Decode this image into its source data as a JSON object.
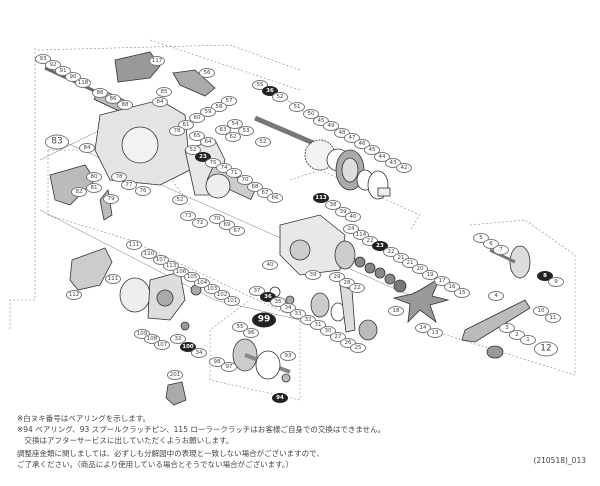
{
  "diagram": {
    "parts": [
      {
        "label": "93"
      },
      {
        "label": "92"
      },
      {
        "label": "91"
      },
      {
        "label": "90"
      },
      {
        "label": "118"
      },
      {
        "label": "117"
      },
      {
        "label": "56"
      },
      {
        "label": "86"
      },
      {
        "label": "86"
      },
      {
        "label": "88"
      },
      {
        "label": "85"
      },
      {
        "label": "84"
      },
      {
        "label": "57"
      },
      {
        "label": "58"
      },
      {
        "label": "59"
      },
      {
        "label": "60"
      },
      {
        "label": "61"
      },
      {
        "label": "78"
      },
      {
        "label": "54"
      },
      {
        "label": "53"
      },
      {
        "label": "63"
      },
      {
        "label": "62"
      },
      {
        "label": "65"
      },
      {
        "label": "64"
      },
      {
        "label": "83",
        "big": true
      },
      {
        "label": "84"
      },
      {
        "label": "52"
      },
      {
        "label": "23",
        "bearing": true
      },
      {
        "label": "75"
      },
      {
        "label": "74"
      },
      {
        "label": "71"
      },
      {
        "label": "70"
      },
      {
        "label": "80"
      },
      {
        "label": "78"
      },
      {
        "label": "81"
      },
      {
        "label": "77"
      },
      {
        "label": "76"
      },
      {
        "label": "82"
      },
      {
        "label": "79"
      },
      {
        "label": "52"
      },
      {
        "label": "73"
      },
      {
        "label": "72"
      },
      {
        "label": "70"
      },
      {
        "label": "69"
      },
      {
        "label": "67"
      },
      {
        "label": "68"
      },
      {
        "label": "67"
      },
      {
        "label": "66"
      },
      {
        "label": "55"
      },
      {
        "label": "36",
        "bearing": true
      },
      {
        "label": "52"
      },
      {
        "label": "51"
      },
      {
        "label": "50"
      },
      {
        "label": "45"
      },
      {
        "label": "49"
      },
      {
        "label": "48"
      },
      {
        "label": "47"
      },
      {
        "label": "46"
      },
      {
        "label": "45"
      },
      {
        "label": "44"
      },
      {
        "label": "43"
      },
      {
        "label": "42"
      },
      {
        "label": "52"
      },
      {
        "label": "113",
        "bearing": true
      },
      {
        "label": "38"
      },
      {
        "label": "39"
      },
      {
        "label": "40"
      },
      {
        "label": "24"
      },
      {
        "label": "114"
      },
      {
        "label": "22"
      },
      {
        "label": "23",
        "bearing": true
      },
      {
        "label": "22"
      },
      {
        "label": "21"
      },
      {
        "label": "21"
      },
      {
        "label": "20"
      },
      {
        "label": "19"
      },
      {
        "label": "17"
      },
      {
        "label": "16"
      },
      {
        "label": "15"
      },
      {
        "label": "18"
      },
      {
        "label": "14"
      },
      {
        "label": "13"
      },
      {
        "label": "40"
      },
      {
        "label": "39"
      },
      {
        "label": "29"
      },
      {
        "label": "28"
      },
      {
        "label": "22"
      },
      {
        "label": "37"
      },
      {
        "label": "36",
        "bearing": true
      },
      {
        "label": "35"
      },
      {
        "label": "34"
      },
      {
        "label": "33"
      },
      {
        "label": "32"
      },
      {
        "label": "31"
      },
      {
        "label": "30"
      },
      {
        "label": "27"
      },
      {
        "label": "26"
      },
      {
        "label": "25"
      },
      {
        "label": "99",
        "bearing": true,
        "big": true
      },
      {
        "label": "55"
      },
      {
        "label": "96"
      },
      {
        "label": "93"
      },
      {
        "label": "98"
      },
      {
        "label": "97"
      },
      {
        "label": "94",
        "bearing": true
      },
      {
        "label": "111"
      },
      {
        "label": "110"
      },
      {
        "label": "107"
      },
      {
        "label": "113"
      },
      {
        "label": "106"
      },
      {
        "label": "105"
      },
      {
        "label": "104"
      },
      {
        "label": "103"
      },
      {
        "label": "102"
      },
      {
        "label": "101"
      },
      {
        "label": "111"
      },
      {
        "label": "112"
      },
      {
        "label": "109"
      },
      {
        "label": "108"
      },
      {
        "label": "107"
      },
      {
        "label": "32"
      },
      {
        "label": "100",
        "bearing": true
      },
      {
        "label": "34"
      },
      {
        "label": "201"
      },
      {
        "label": "5"
      },
      {
        "label": "6"
      },
      {
        "label": "7"
      },
      {
        "label": "8",
        "bearing": true
      },
      {
        "label": "9"
      },
      {
        "label": "10"
      },
      {
        "label": "11"
      },
      {
        "label": "4"
      },
      {
        "label": "3"
      },
      {
        "label": "2"
      },
      {
        "label": "1"
      },
      {
        "label": "12",
        "big": true
      }
    ]
  },
  "notes": [
    "※白ヌキ番号はベアリングを示します。",
    "※94 ベアリング、93 スプールクラッチピン、115 ローラークラッチはお客様ご自身での交換はできません。",
    "　交換はアフターサービスに出していただくようお願いします。",
    "調整座金類に関しましては、必ずしも分解図中の表現と一致しない場合がございますので、",
    "ご了承ください。（商品により使用している場合とそうでない場合がございます。）"
  ],
  "code": "(210518)_013",
  "colors": {
    "line": "#555555",
    "part_fill": "#d6d6d6",
    "bearing_label": "#222222"
  }
}
